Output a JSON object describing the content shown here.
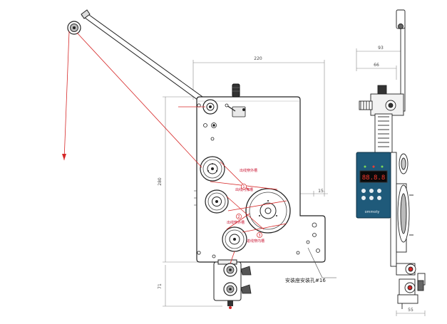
{
  "dimensions": {
    "front_width": "220",
    "front_height": "280",
    "bottom_offset": "71",
    "right_step": "15",
    "side_total_width": "93",
    "side_body_width": "66",
    "side_bottom_width": "55"
  },
  "labels": {
    "wire_path_1": "出线穿外槽",
    "wire_path_2": "出线内穿槽",
    "wire_path_3": "出线穿外槽",
    "wire_path_4": "进线穿内槽",
    "mount_hole_note": "安装座安装孔#16"
  },
  "markers": {
    "m1": "1",
    "m2": "2",
    "m3": "3"
  },
  "control_panel": {
    "display_value": "88.8.8",
    "brand_text": "ommoty"
  },
  "colors": {
    "wire": "#d62828",
    "line": "#222222",
    "dim_line": "#777777",
    "panel": "#1f5a7a"
  }
}
